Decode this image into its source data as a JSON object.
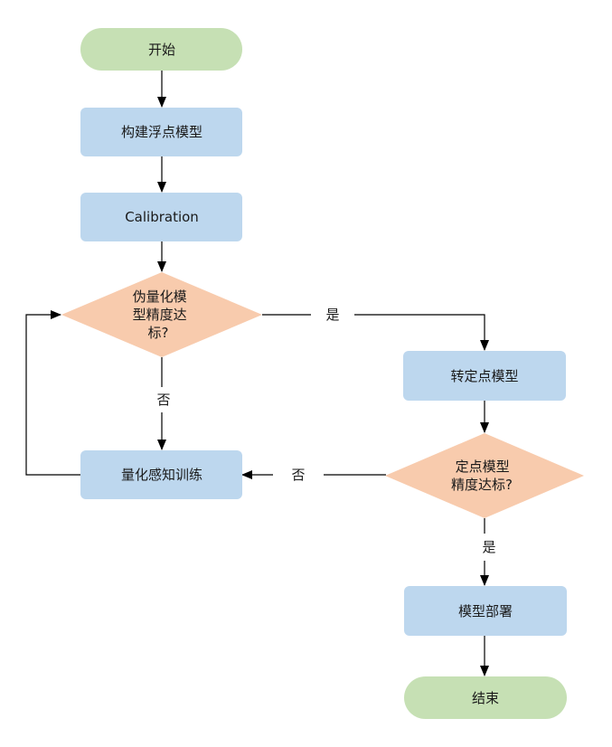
{
  "diagram": {
    "colors": {
      "terminal_fill": "#c6e0b4",
      "process_fill": "#bdd7ee",
      "decision_fill": "#f8cbad",
      "line": "#000000"
    },
    "nodes": {
      "start": {
        "label": "开始",
        "shape": "terminal"
      },
      "build_float_model": {
        "label": "构建浮点模型",
        "shape": "process"
      },
      "calibration": {
        "label": "Calibration",
        "shape": "process"
      },
      "decision_fake_quant": {
        "label_lines": [
          "伪量化模",
          "型精度达",
          "标?"
        ],
        "shape": "decision"
      },
      "qat_training": {
        "label": "量化感知训练",
        "shape": "process"
      },
      "convert_fixed_model": {
        "label": "转定点模型",
        "shape": "process"
      },
      "decision_fixed": {
        "label_lines": [
          "定点模型",
          "精度达标?"
        ],
        "shape": "decision"
      },
      "deploy_model": {
        "label": "模型部署",
        "shape": "process"
      },
      "end": {
        "label": "结束",
        "shape": "terminal"
      }
    },
    "edges": {
      "fake_quant_yes": "是",
      "fake_quant_no": "否",
      "fixed_no": "否",
      "fixed_yes": "是"
    }
  }
}
